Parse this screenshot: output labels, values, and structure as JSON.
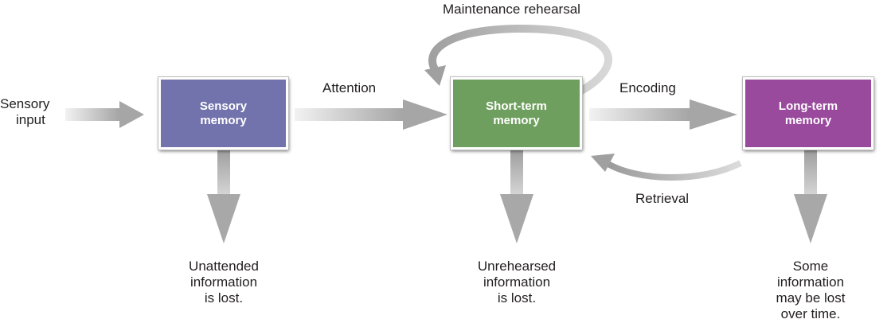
{
  "boxes": {
    "sensory": {
      "label_line1": "Sensory",
      "label_line2": "memory",
      "color": "#7273ac"
    },
    "short_term": {
      "label_line1": "Short-term",
      "label_line2": "memory",
      "color": "#6f9f5e"
    },
    "long_term": {
      "label_line1": "Long-term",
      "label_line2": "memory",
      "color": "#994a9c"
    }
  },
  "labels": {
    "input_line1": "Sensory",
    "input_line2": "input",
    "attention": "Attention",
    "encoding": "Encoding",
    "retrieval": "Retrieval",
    "maintenance": "Maintenance rehearsal"
  },
  "outcomes": {
    "sensory": [
      "Unattended",
      "information",
      "is lost."
    ],
    "short_term": [
      "Unrehearsed",
      "information",
      "is lost."
    ],
    "long_term": [
      "Some",
      "information",
      "may be lost",
      "over time."
    ]
  },
  "colors": {
    "arrow": "#a6a6a6",
    "arrow_light": "#e6e6e6",
    "text": "#231f20"
  }
}
